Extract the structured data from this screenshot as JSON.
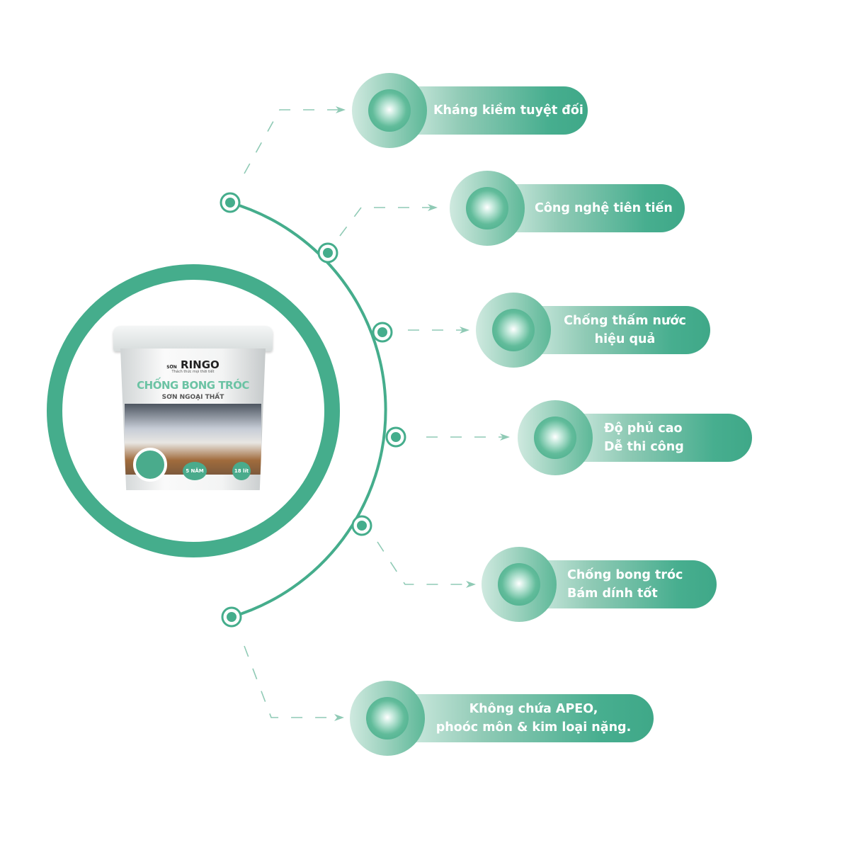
{
  "product": {
    "brand": "RINGO",
    "brand_prefix": "SƠN",
    "tagline": "Thách thức mọi thời tiết",
    "name": "CHỐNG BONG TRÓC",
    "subtitle": "SƠN NGOẠI THẤT",
    "warranty": "5 NĂM",
    "volume": "18 lít"
  },
  "features": [
    {
      "lines": [
        "Kháng kiềm tuyệt đối"
      ]
    },
    {
      "lines": [
        "Công nghệ tiên tiến"
      ]
    },
    {
      "lines": [
        "Chống thấm nước",
        "hiệu quả"
      ]
    },
    {
      "lines": [
        "Độ phủ cao",
        "Dễ thi công"
      ]
    },
    {
      "lines": [
        "Chống bong tróc",
        "Bám dính tốt"
      ]
    },
    {
      "lines": [
        "Không chứa APEO,",
        "phoóc môn & kim loại nặng."
      ]
    }
  ],
  "colors": {
    "accent": "#45ad8c",
    "light": "#d9efe7"
  }
}
